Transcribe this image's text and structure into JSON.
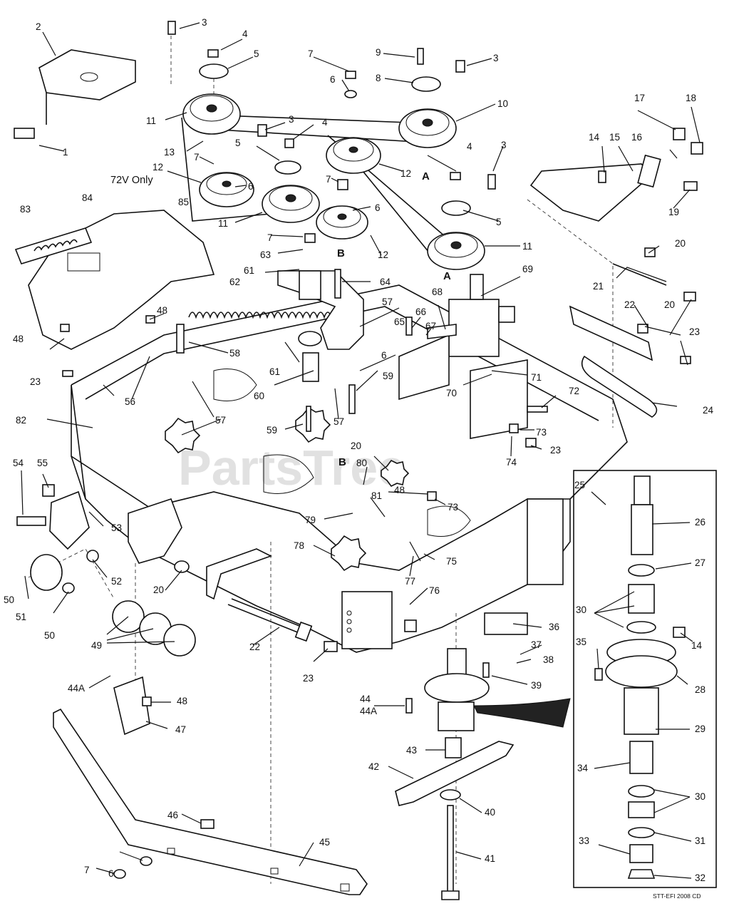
{
  "diagram": {
    "annotations": {
      "model_note": "72V Only",
      "section_a_1": "A",
      "section_a_2": "A",
      "section_b_1": "B",
      "section_b_2": "B",
      "watermark": "PartsTree",
      "footer_code": "STT-EFI 2008 CD"
    },
    "callouts": [
      {
        "id": "c1",
        "text": "1"
      },
      {
        "id": "c2",
        "text": "2"
      },
      {
        "id": "c3a",
        "text": "3"
      },
      {
        "id": "c3b",
        "text": "3"
      },
      {
        "id": "c3c",
        "text": "3"
      },
      {
        "id": "c3d",
        "text": "3"
      },
      {
        "id": "c4a",
        "text": "4"
      },
      {
        "id": "c4b",
        "text": "4"
      },
      {
        "id": "c4c",
        "text": "4"
      },
      {
        "id": "c5a",
        "text": "5"
      },
      {
        "id": "c5b",
        "text": "5"
      },
      {
        "id": "c5c",
        "text": "5"
      },
      {
        "id": "c6a",
        "text": "6"
      },
      {
        "id": "c6b",
        "text": "6"
      },
      {
        "id": "c6c",
        "text": "6"
      },
      {
        "id": "c6d",
        "text": "6"
      },
      {
        "id": "c6e",
        "text": "6"
      },
      {
        "id": "c7a",
        "text": "7"
      },
      {
        "id": "c7b",
        "text": "7"
      },
      {
        "id": "c7c",
        "text": "7"
      },
      {
        "id": "c7d",
        "text": "7"
      },
      {
        "id": "c7e",
        "text": "7"
      },
      {
        "id": "c8",
        "text": "8"
      },
      {
        "id": "c9",
        "text": "9"
      },
      {
        "id": "c10",
        "text": "10"
      },
      {
        "id": "c11a",
        "text": "11"
      },
      {
        "id": "c11b",
        "text": "11"
      },
      {
        "id": "c11c",
        "text": "11"
      },
      {
        "id": "c12a",
        "text": "12"
      },
      {
        "id": "c12b",
        "text": "12"
      },
      {
        "id": "c12c",
        "text": "12"
      },
      {
        "id": "c13",
        "text": "13"
      },
      {
        "id": "c14a",
        "text": "14"
      },
      {
        "id": "c14b",
        "text": "14"
      },
      {
        "id": "c15",
        "text": "15"
      },
      {
        "id": "c16",
        "text": "16"
      },
      {
        "id": "c17",
        "text": "17"
      },
      {
        "id": "c18",
        "text": "18"
      },
      {
        "id": "c19",
        "text": "19"
      },
      {
        "id": "c20a",
        "text": "20"
      },
      {
        "id": "c20b",
        "text": "20"
      },
      {
        "id": "c20c",
        "text": "20"
      },
      {
        "id": "c20d",
        "text": "20"
      },
      {
        "id": "c21",
        "text": "21"
      },
      {
        "id": "c22a",
        "text": "22"
      },
      {
        "id": "c22b",
        "text": "22"
      },
      {
        "id": "c23a",
        "text": "23"
      },
      {
        "id": "c23b",
        "text": "23"
      },
      {
        "id": "c23c",
        "text": "23"
      },
      {
        "id": "c23d",
        "text": "23"
      },
      {
        "id": "c24",
        "text": "24"
      },
      {
        "id": "c25",
        "text": "25"
      },
      {
        "id": "c26",
        "text": "26"
      },
      {
        "id": "c27",
        "text": "27"
      },
      {
        "id": "c28",
        "text": "28"
      },
      {
        "id": "c29",
        "text": "29"
      },
      {
        "id": "c30a",
        "text": "30"
      },
      {
        "id": "c30b",
        "text": "30"
      },
      {
        "id": "c31",
        "text": "31"
      },
      {
        "id": "c32",
        "text": "32"
      },
      {
        "id": "c33",
        "text": "33"
      },
      {
        "id": "c34",
        "text": "34"
      },
      {
        "id": "c35",
        "text": "35"
      },
      {
        "id": "c36",
        "text": "36"
      },
      {
        "id": "c37",
        "text": "37"
      },
      {
        "id": "c38",
        "text": "38"
      },
      {
        "id": "c39",
        "text": "39"
      },
      {
        "id": "c40",
        "text": "40"
      },
      {
        "id": "c41",
        "text": "41"
      },
      {
        "id": "c42",
        "text": "42"
      },
      {
        "id": "c43",
        "text": "43"
      },
      {
        "id": "c44",
        "text": "44"
      },
      {
        "id": "c44A1",
        "text": "44A"
      },
      {
        "id": "c44A2",
        "text": "44A"
      },
      {
        "id": "c45",
        "text": "45"
      },
      {
        "id": "c46",
        "text": "46"
      },
      {
        "id": "c47",
        "text": "47"
      },
      {
        "id": "c48a",
        "text": "48"
      },
      {
        "id": "c48b",
        "text": "48"
      },
      {
        "id": "c48c",
        "text": "48"
      },
      {
        "id": "c48d",
        "text": "48"
      },
      {
        "id": "c49",
        "text": "49"
      },
      {
        "id": "c50a",
        "text": "50"
      },
      {
        "id": "c50b",
        "text": "50"
      },
      {
        "id": "c51",
        "text": "51"
      },
      {
        "id": "c52",
        "text": "52"
      },
      {
        "id": "c53",
        "text": "53"
      },
      {
        "id": "c54",
        "text": "54"
      },
      {
        "id": "c55",
        "text": "55"
      },
      {
        "id": "c56",
        "text": "56"
      },
      {
        "id": "c57a",
        "text": "57"
      },
      {
        "id": "c57b",
        "text": "57"
      },
      {
        "id": "c57c",
        "text": "57"
      },
      {
        "id": "c58",
        "text": "58"
      },
      {
        "id": "c59a",
        "text": "59"
      },
      {
        "id": "c59b",
        "text": "59"
      },
      {
        "id": "c60",
        "text": "60"
      },
      {
        "id": "c61a",
        "text": "61"
      },
      {
        "id": "c61b",
        "text": "61"
      },
      {
        "id": "c62",
        "text": "62"
      },
      {
        "id": "c63",
        "text": "63"
      },
      {
        "id": "c64",
        "text": "64"
      },
      {
        "id": "c65",
        "text": "65"
      },
      {
        "id": "c66",
        "text": "66"
      },
      {
        "id": "c67",
        "text": "67"
      },
      {
        "id": "c68",
        "text": "68"
      },
      {
        "id": "c69",
        "text": "69"
      },
      {
        "id": "c70",
        "text": "70"
      },
      {
        "id": "c71",
        "text": "71"
      },
      {
        "id": "c72",
        "text": "72"
      },
      {
        "id": "c73a",
        "text": "73"
      },
      {
        "id": "c73b",
        "text": "73"
      },
      {
        "id": "c74",
        "text": "74"
      },
      {
        "id": "c75",
        "text": "75"
      },
      {
        "id": "c76",
        "text": "76"
      },
      {
        "id": "c77",
        "text": "77"
      },
      {
        "id": "c78",
        "text": "78"
      },
      {
        "id": "c79",
        "text": "79"
      },
      {
        "id": "c80",
        "text": "80"
      },
      {
        "id": "c81",
        "text": "81"
      },
      {
        "id": "c82",
        "text": "82"
      },
      {
        "id": "c83",
        "text": "83"
      },
      {
        "id": "c84",
        "text": "84"
      },
      {
        "id": "c85",
        "text": "85"
      }
    ]
  }
}
